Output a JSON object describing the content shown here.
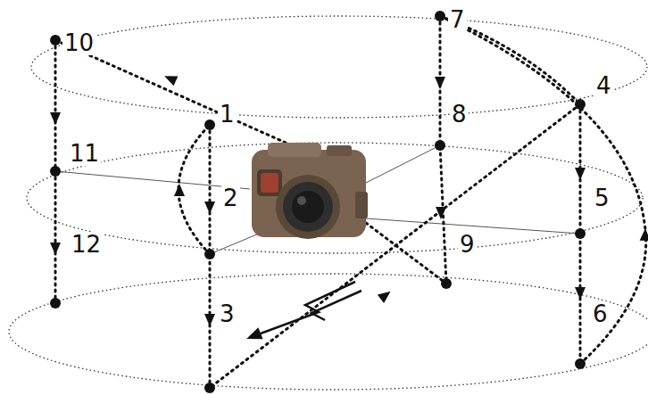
{
  "diagram": {
    "labels": [
      "10",
      "7",
      "4",
      "1",
      "8",
      "11",
      "2",
      "5",
      "12",
      "9",
      "3",
      "6"
    ]
  }
}
